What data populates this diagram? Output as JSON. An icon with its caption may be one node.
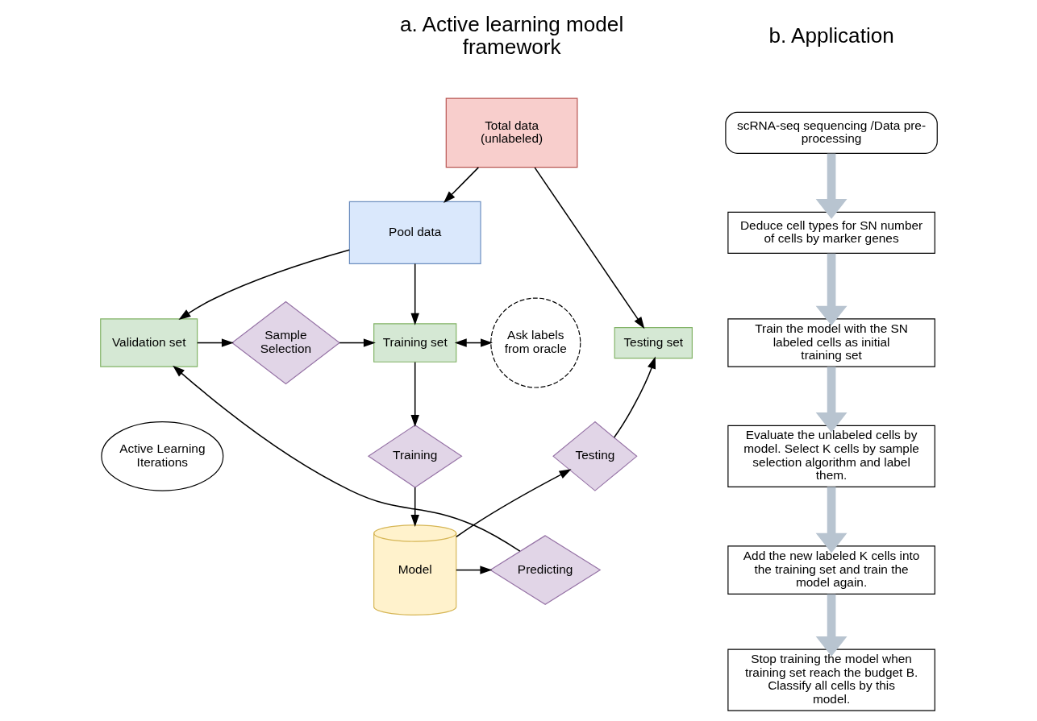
{
  "diagram": {
    "nodes": [
      {
        "text": [
          "Total data (unlabeled)"
        ]
      },
      {
        "text": [
          "Pool data"
        ]
      },
      {
        "text": [
          "Testing set"
        ]
      },
      {
        "text": [
          "Validation set"
        ]
      },
      {
        "text": [
          "Sample Selection"
        ]
      },
      {
        "text": [
          "Training set"
        ]
      },
      {
        "text": [
          "Ask labels from oracle"
        ]
      },
      {
        "text": [
          "Training"
        ]
      },
      {
        "text": [
          "Testing"
        ]
      },
      {
        "text": [
          "Active Learning Iterations"
        ]
      },
      {
        "text": [
          "Model"
        ]
      },
      {
        "text": [
          "Predicting"
        ]
      },
      {
        "text": [
          "scRNA-seq sequencing /Data pre-processing"
        ]
      },
      {
        "text": [
          "Deduce cell types for SN number of cells by marker genes"
        ]
      },
      {
        "text": [
          "Train the model with the SN labeled cells as initial training set"
        ]
      },
      {
        "text": [
          "Evaluate the unlabeled cells by model. Select K cells by sample selection algorithm and label them."
        ]
      },
      {
        "text": [
          "Add the new labeled K cells into the training set and train the model again."
        ]
      },
      {
        "text": [
          "Stop training the model when training set reach the budget B. Classify all cells by this model."
        ]
      }
    ],
    "edges": [
      {
        "from": 0,
        "to": 1,
        "arrow": "to"
      },
      {
        "from": 0,
        "to": 2,
        "arrow": "to"
      },
      {
        "from": 1,
        "to": 3,
        "arrow": "to"
      },
      {
        "from": 1,
        "to": 5,
        "arrow": "to"
      },
      {
        "from": 3,
        "to": 4,
        "arrow": "to"
      },
      {
        "from": 4,
        "to": 5,
        "arrow": "to"
      },
      {
        "from": 5,
        "to": 6,
        "arrow": "both"
      },
      {
        "from": 5,
        "to": 7,
        "arrow": "to"
      },
      {
        "from": 7,
        "to": 10,
        "arrow": "to"
      },
      {
        "from": 10,
        "to": 11,
        "arrow": "to"
      },
      {
        "from": 11,
        "to": 3,
        "arrow": "to"
      },
      {
        "from": 10,
        "to": 8,
        "arrow": "to"
      },
      {
        "from": 8,
        "to": 2,
        "arrow": "to"
      },
      {
        "from": 12,
        "to": 13,
        "arrow": "to",
        "style": "thick",
        "color": "#b8c4d0"
      },
      {
        "from": 13,
        "to": 14,
        "arrow": "to",
        "style": "thick",
        "color": "#b8c4d0"
      },
      {
        "from": 14,
        "to": 15,
        "arrow": "to",
        "style": "thick",
        "color": "#b8c4d0"
      },
      {
        "from": 15,
        "to": 16,
        "arrow": "to",
        "style": "thick",
        "color": "#b8c4d0"
      },
      {
        "from": 16,
        "to": 17,
        "arrow": "to",
        "style": "thick",
        "color": "#b8c4d0"
      }
    ],
    "labels": [
      "a. Active learning model framework",
      "b. Application"
    ]
  }
}
